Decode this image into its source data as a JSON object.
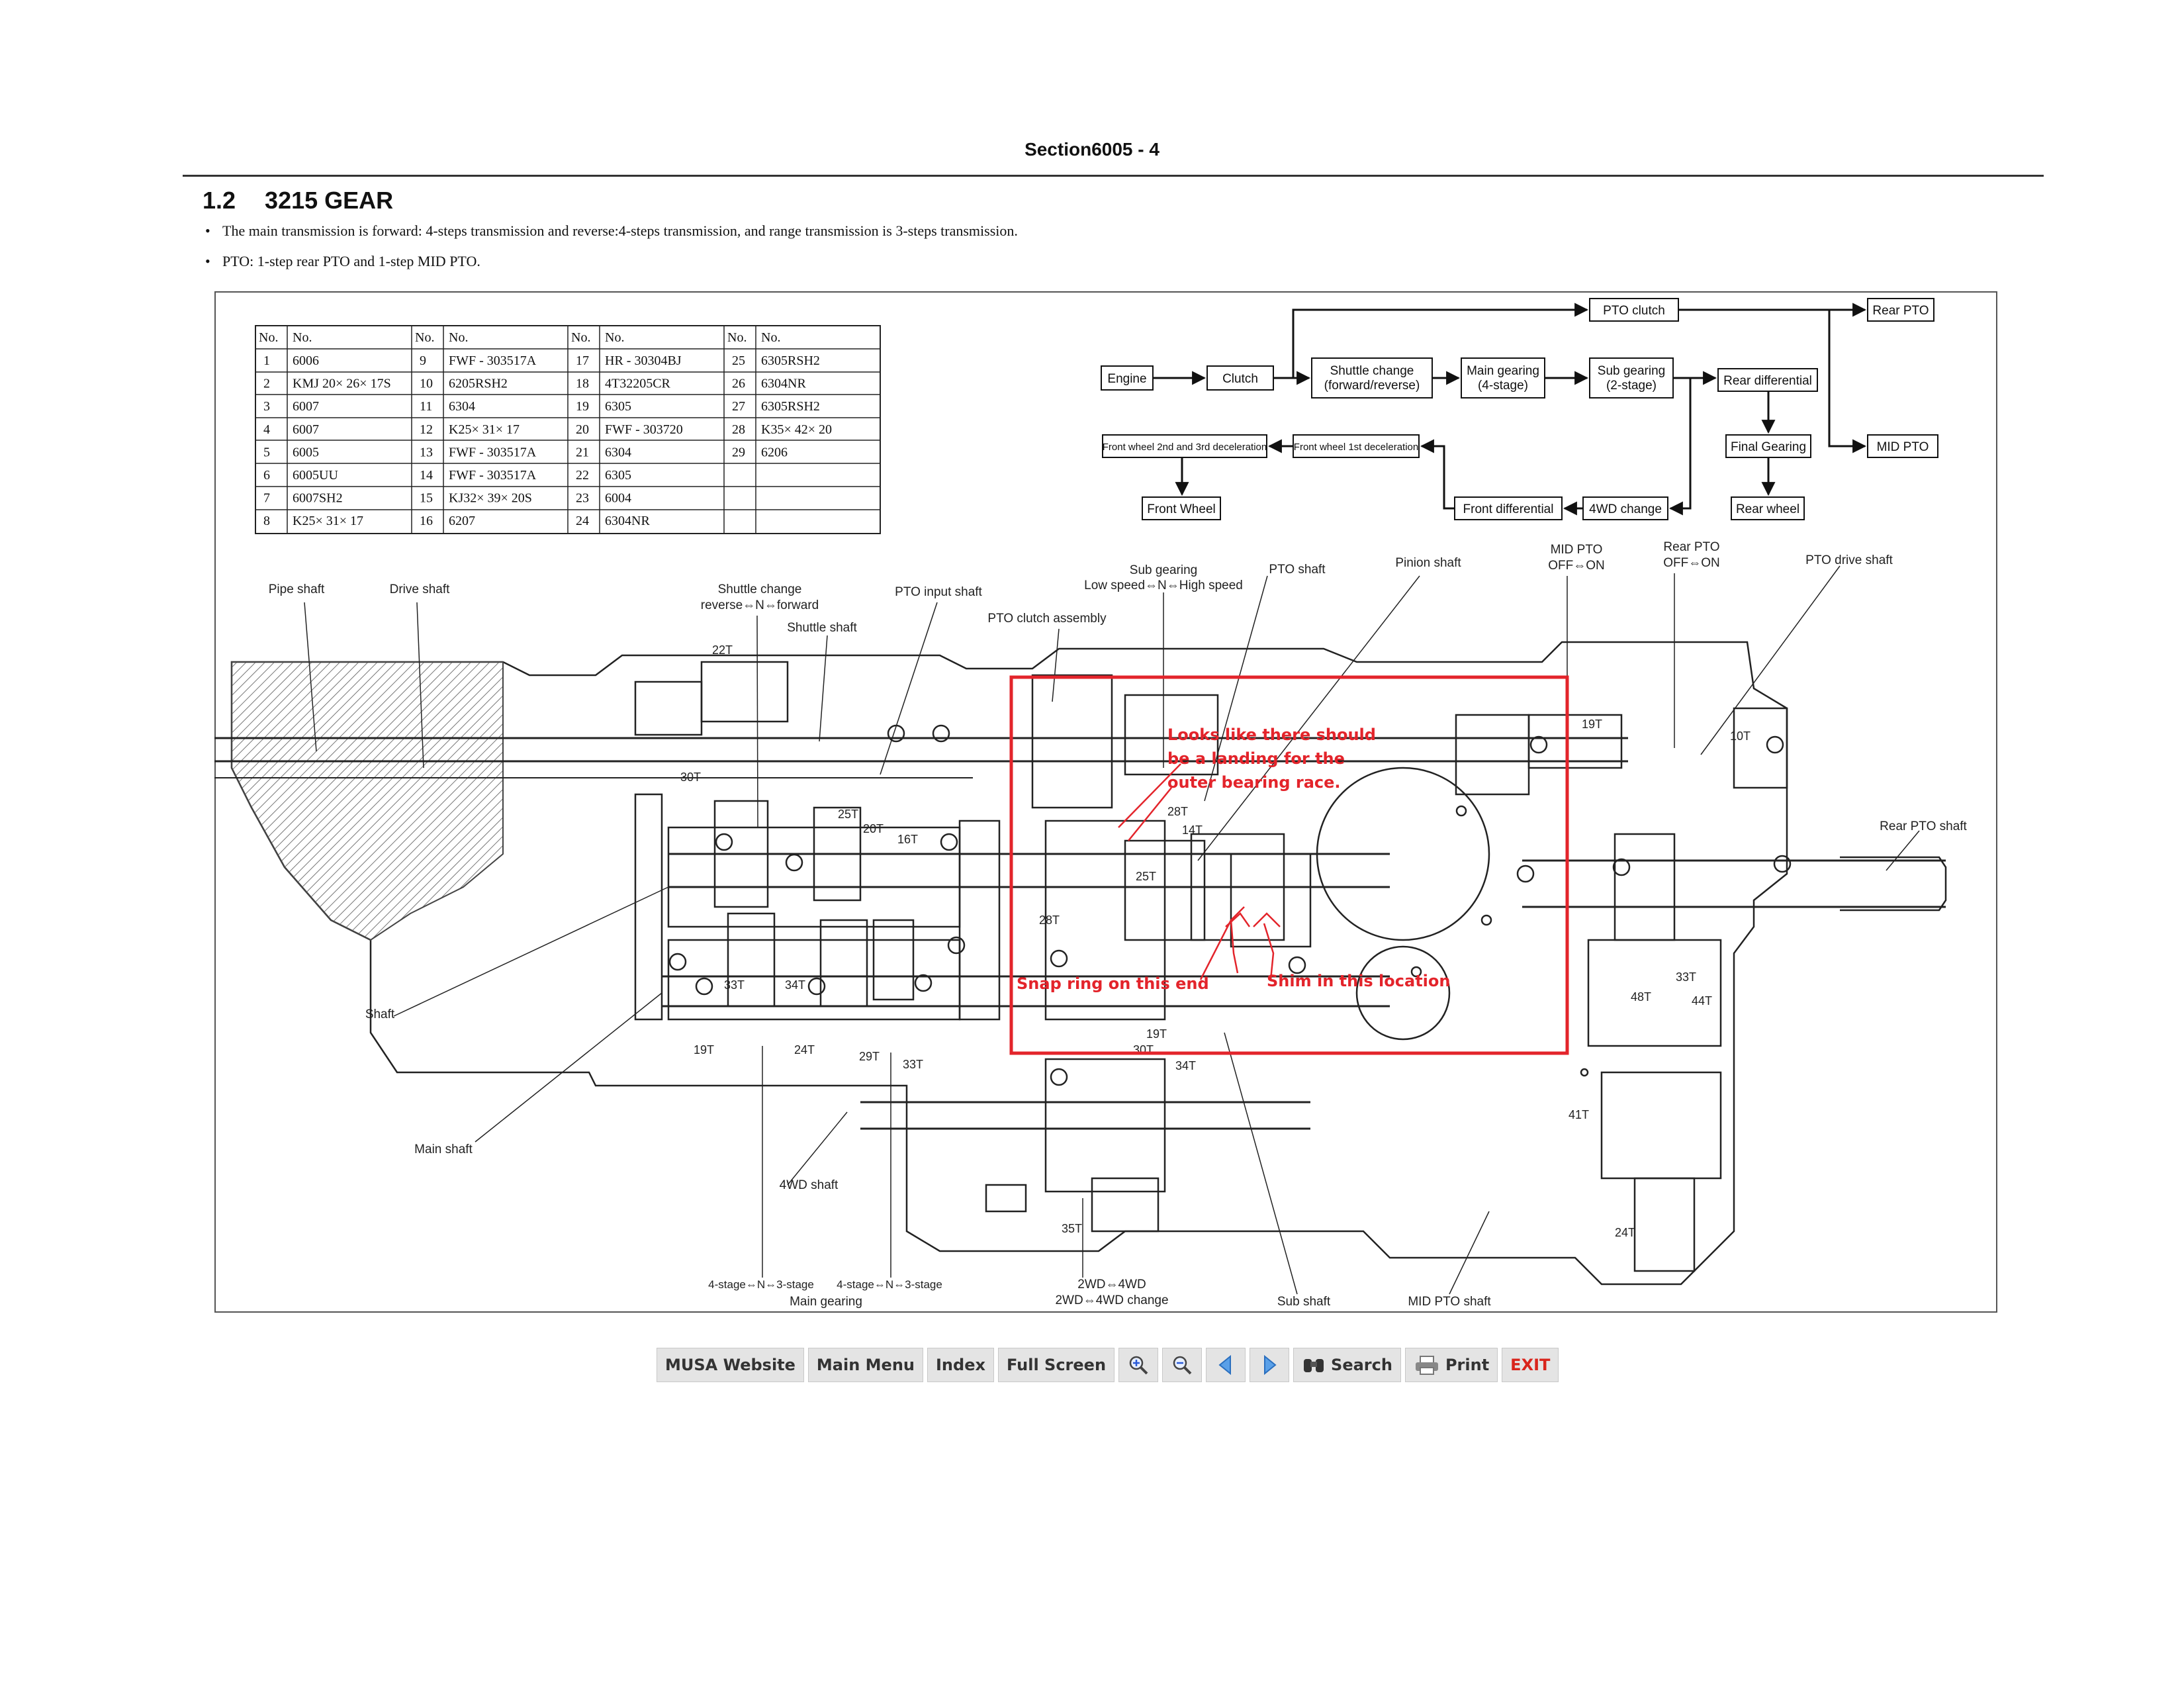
{
  "page": {
    "header": "Section6005 - 4",
    "section_number": "1.2",
    "section_title": "3215 GEAR",
    "bullets": [
      "The main transmission is forward: 4-steps transmission and reverse:4-steps transmission, and range transmission is 3-steps transmission.",
      "PTO: 1-step rear PTO and 1-step MID PTO."
    ]
  },
  "bearing_table": {
    "header": [
      "No.",
      "No.",
      "No.",
      "No.",
      "No.",
      "No.",
      "No.",
      "No."
    ],
    "rows": [
      [
        "1",
        "6006",
        "9",
        "FWF - 303517A",
        "17",
        "HR - 30304BJ",
        "25",
        "6305RSH2"
      ],
      [
        "2",
        "KMJ 20× 26× 17S",
        "10",
        "6205RSH2",
        "18",
        "4T32205CR",
        "26",
        "6304NR"
      ],
      [
        "3",
        "6007",
        "11",
        "6304",
        "19",
        "6305",
        "27",
        "6305RSH2"
      ],
      [
        "4",
        "6007",
        "12",
        "K25× 31× 17",
        "20",
        "FWF - 303720",
        "28",
        "K35× 42× 20"
      ],
      [
        "5",
        "6005",
        "13",
        "FWF - 303517A",
        "21",
        "6304",
        "29",
        "6206"
      ],
      [
        "6",
        "6005UU",
        "14",
        "FWF - 303517A",
        "22",
        "6305",
        "",
        ""
      ],
      [
        "7",
        "6007SH2",
        "15",
        "KJ32× 39× 20S",
        "23",
        "6004",
        "",
        ""
      ],
      [
        "8",
        "K25× 31× 17",
        "16",
        "6207",
        "24",
        "6304NR",
        "",
        ""
      ]
    ]
  },
  "flow": {
    "engine": "Engine",
    "clutch": "Clutch",
    "shuttle": [
      "Shuttle change",
      "(forward/reverse)"
    ],
    "main_gearing": [
      "Main gearing",
      "(4-stage)"
    ],
    "sub_gearing": [
      "Sub gearing",
      "(2-stage)"
    ],
    "pto_clutch": "PTO clutch",
    "rear_pto": "Rear PTO",
    "rear_differential": "Rear differential",
    "mid_pto": "MID PTO",
    "final_gearing": "Final Gearing",
    "rear_wheel": "Rear wheel",
    "four_wd_change": "4WD change",
    "front_differential": "Front differential",
    "front_wheel_1st": "Front wheel 1st deceleration",
    "front_wheel_2nd": "Front wheel 2nd and 3rd deceleration",
    "front_wheel": "Front Wheel"
  },
  "labels": {
    "pipe_shaft": "Pipe shaft",
    "drive_shaft": "Drive shaft",
    "shuttle_change": "Shuttle change",
    "shuttle_change_2": "reverse⇔N⇔forward",
    "pto_input_shaft": "PTO input shaft",
    "sub_gearing": "Sub gearing",
    "sub_gearing_2": "Low speed⇔N⇔High speed",
    "pto_shaft": "PTO shaft",
    "pinion_shaft": "Pinion shaft",
    "mid_pto": "MID PTO",
    "mid_pto_2": "OFF⇔ON",
    "rear_pto": "Rear PTO",
    "rear_pto_2": "OFF⇔ON",
    "pto_drive_shaft": "PTO drive shaft",
    "pto_clutch_assembly": "PTO clutch assembly",
    "shuttle_shaft": "Shuttle shaft",
    "rear_pto_shaft": "Rear PTO shaft",
    "shaft": "Shaft",
    "main_shaft": "Main shaft",
    "four_wd_shaft": "4WD shaft",
    "main_gearing_1": "4-stage⇔N⇔3-stage",
    "main_gearing_2": "4-stage⇔N⇔3-stage",
    "main_gearing": "Main gearing",
    "two_wd_1": "2WD⇔4WD",
    "two_wd_2": "2WD⇔4WD change",
    "sub_shaft": "Sub shaft",
    "mid_pto_shaft": "MID PTO shaft"
  },
  "teeth": {
    "t22": "22T",
    "t30": "30T",
    "t25a": "25T",
    "t20": "20T",
    "t16": "16T",
    "t28a": "28T",
    "t14": "14T",
    "t25b": "25T",
    "t28b": "28T",
    "t19a": "19T",
    "t10": "10T",
    "t33a": "33T",
    "t34a": "34T",
    "t19b": "19T",
    "t24a": "24T",
    "t29": "29T",
    "t33b": "33T",
    "t19c": "19T",
    "t30b": "30T",
    "t34b": "34T",
    "t33c": "33T",
    "t48": "48T",
    "t44": "44T",
    "t41": "41T",
    "t35": "35T",
    "t24b": "24T"
  },
  "annotations": {
    "note1": [
      "Looks like there should",
      "be a landing for the",
      "outer bearing race."
    ],
    "snap_ring": "Snap ring on this end",
    "shim": "Shim in this location"
  },
  "toolbar": {
    "musa": "MUSA Website",
    "main_menu": "Main Menu",
    "index": "Index",
    "full_screen": "Full Screen",
    "search": "Search",
    "print": "Print",
    "exit": "EXIT"
  },
  "colors": {
    "annotation_red": "#e3242b",
    "exit_red": "#d9251c",
    "toolbar_bg": "#e4e4e4"
  }
}
